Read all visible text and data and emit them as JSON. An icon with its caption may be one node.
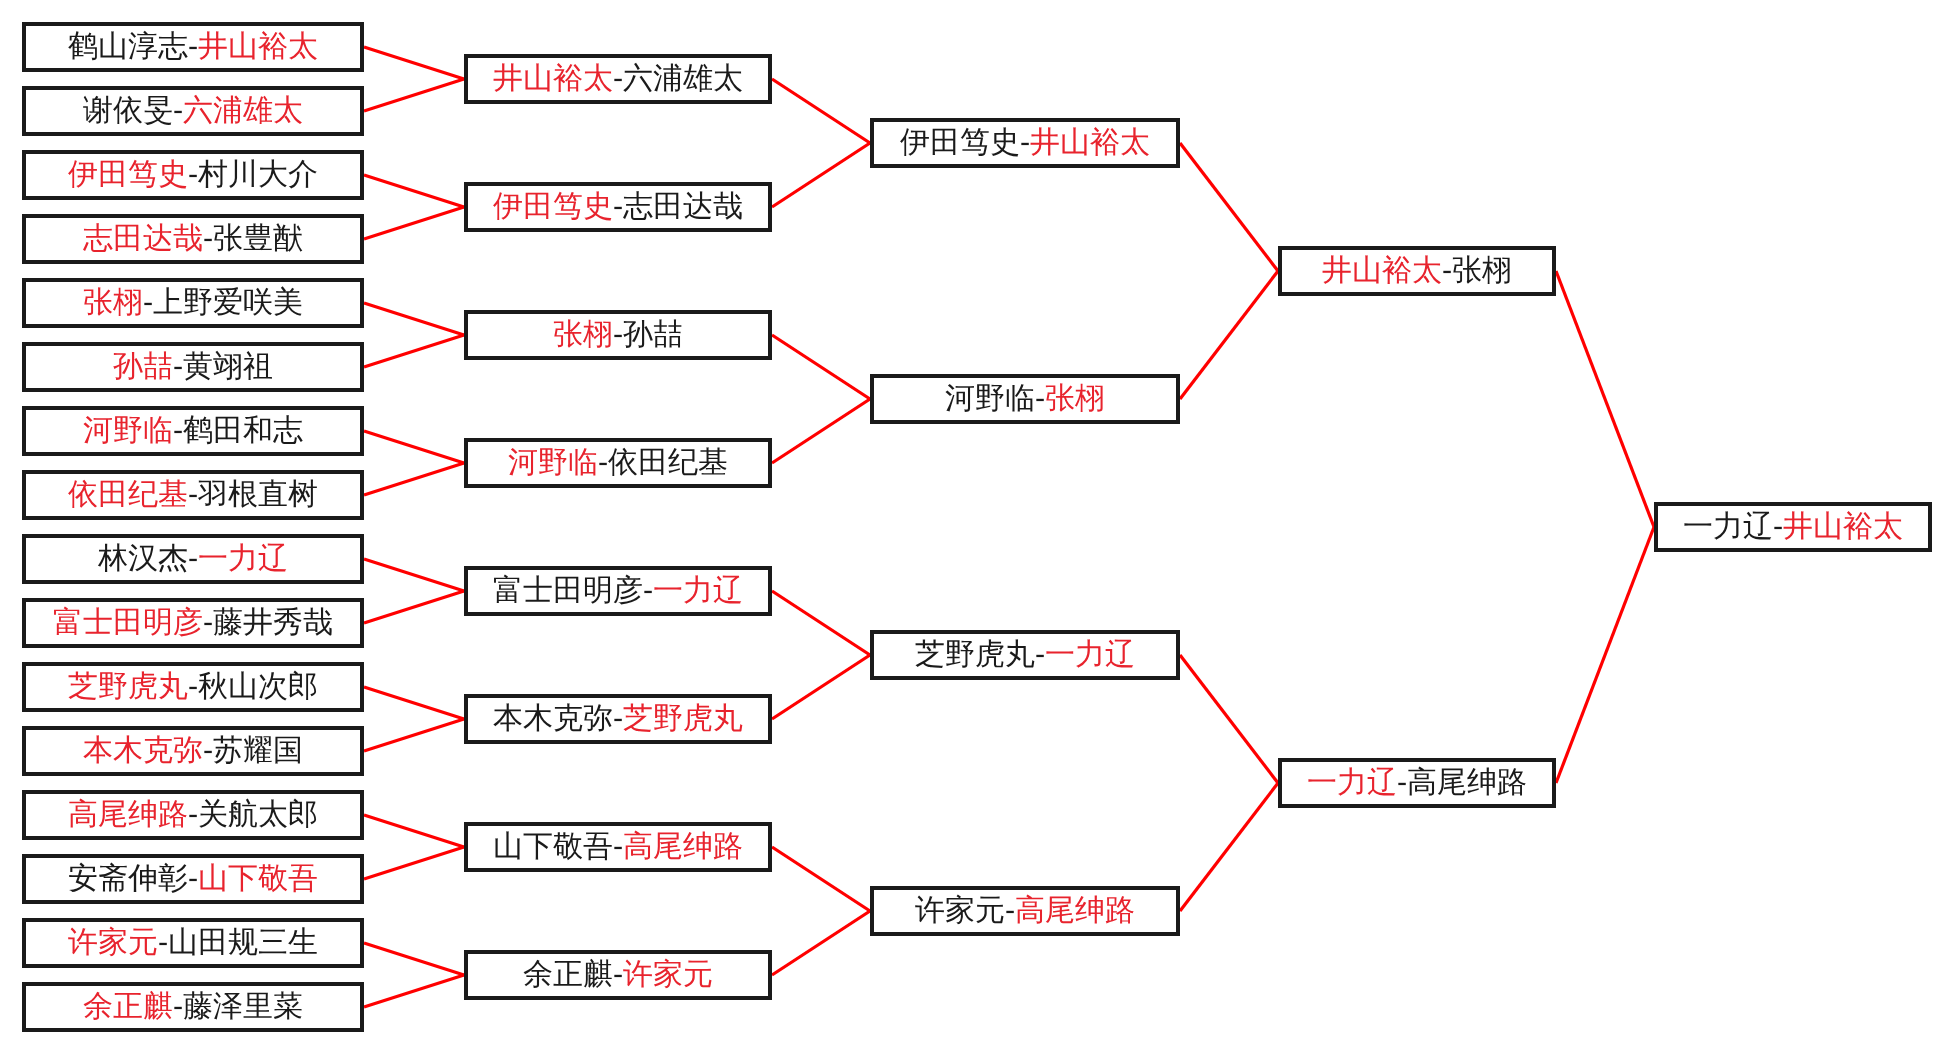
{
  "diagram": {
    "nodes": [
      {
        "text": [
          "鹤山淳志-井山裕太"
        ]
      },
      {
        "text": [
          "谢依旻-六浦雄太"
        ]
      },
      {
        "text": [
          "伊田笃史-村川大介"
        ]
      },
      {
        "text": [
          "志田达哉-张豊猷"
        ]
      },
      {
        "text": [
          "张栩-上野爱咲美"
        ]
      },
      {
        "text": [
          "孙喆-黄翊祖"
        ]
      },
      {
        "text": [
          "河野临-鹤田和志"
        ]
      },
      {
        "text": [
          "依田纪基-羽根直树"
        ]
      },
      {
        "text": [
          "林汉杰-一力辽"
        ]
      },
      {
        "text": [
          "富士田明彦-藤井秀哉"
        ]
      },
      {
        "text": [
          "芝野虎丸-秋山次郎"
        ]
      },
      {
        "text": [
          "本木克弥-苏耀国"
        ]
      },
      {
        "text": [
          "高尾绅路-关航太郎"
        ]
      },
      {
        "text": [
          "安斋伸彰-山下敬吾"
        ]
      },
      {
        "text": [
          "许家元-山田规三生"
        ]
      },
      {
        "text": [
          "余正麒-藤泽里菜"
        ]
      },
      {
        "text": [
          "井山裕太-六浦雄太"
        ]
      },
      {
        "text": [
          "伊田笃史-志田达哉"
        ]
      },
      {
        "text": [
          "张栩-孙喆"
        ]
      },
      {
        "text": [
          "河野临-依田纪基"
        ]
      },
      {
        "text": [
          "富士田明彦-一力辽"
        ]
      },
      {
        "text": [
          "本木克弥-芝野虎丸"
        ]
      },
      {
        "text": [
          "山下敬吾-高尾绅路"
        ]
      },
      {
        "text": [
          "余正麒-许家元"
        ]
      },
      {
        "text": [
          "伊田笃史-井山裕太"
        ]
      },
      {
        "text": [
          "河野临-张栩"
        ]
      },
      {
        "text": [
          "芝野虎丸-一力辽"
        ]
      },
      {
        "text": [
          "许家元-高尾绅路"
        ]
      },
      {
        "text": [
          "井山裕太-张栩"
        ]
      },
      {
        "text": [
          "一力辽-高尾绅路"
        ]
      },
      {
        "text": [
          "一力辽-井山裕太"
        ]
      }
    ],
    "edges": [
      {
        "from": 0,
        "to": 16,
        "arrow": "none"
      },
      {
        "from": 1,
        "to": 16,
        "arrow": "none"
      },
      {
        "from": 2,
        "to": 17,
        "arrow": "none"
      },
      {
        "from": 3,
        "to": 17,
        "arrow": "none"
      },
      {
        "from": 4,
        "to": 18,
        "arrow": "none"
      },
      {
        "from": 5,
        "to": 18,
        "arrow": "none"
      },
      {
        "from": 6,
        "to": 19,
        "arrow": "none"
      },
      {
        "from": 7,
        "to": 19,
        "arrow": "none"
      },
      {
        "from": 8,
        "to": 20,
        "arrow": "none"
      },
      {
        "from": 9,
        "to": 20,
        "arrow": "none"
      },
      {
        "from": 10,
        "to": 21,
        "arrow": "none"
      },
      {
        "from": 11,
        "to": 21,
        "arrow": "none"
      },
      {
        "from": 12,
        "to": 22,
        "arrow": "none"
      },
      {
        "from": 13,
        "to": 22,
        "arrow": "none"
      },
      {
        "from": 14,
        "to": 23,
        "arrow": "none"
      },
      {
        "from": 15,
        "to": 23,
        "arrow": "none"
      },
      {
        "from": 16,
        "to": 24,
        "arrow": "none"
      },
      {
        "from": 17,
        "to": 24,
        "arrow": "none"
      },
      {
        "from": 18,
        "to": 25,
        "arrow": "none"
      },
      {
        "from": 19,
        "to": 25,
        "arrow": "none"
      },
      {
        "from": 20,
        "to": 26,
        "arrow": "none"
      },
      {
        "from": 21,
        "to": 26,
        "arrow": "none"
      },
      {
        "from": 22,
        "to": 27,
        "arrow": "none"
      },
      {
        "from": 23,
        "to": 27,
        "arrow": "none"
      },
      {
        "from": 24,
        "to": 28,
        "arrow": "none"
      },
      {
        "from": 25,
        "to": 28,
        "arrow": "none"
      },
      {
        "from": 26,
        "to": 29,
        "arrow": "none"
      },
      {
        "from": 27,
        "to": 29,
        "arrow": "none"
      },
      {
        "from": 28,
        "to": 30,
        "arrow": "none"
      },
      {
        "from": 29,
        "to": 30,
        "arrow": "none"
      }
    ]
  }
}
